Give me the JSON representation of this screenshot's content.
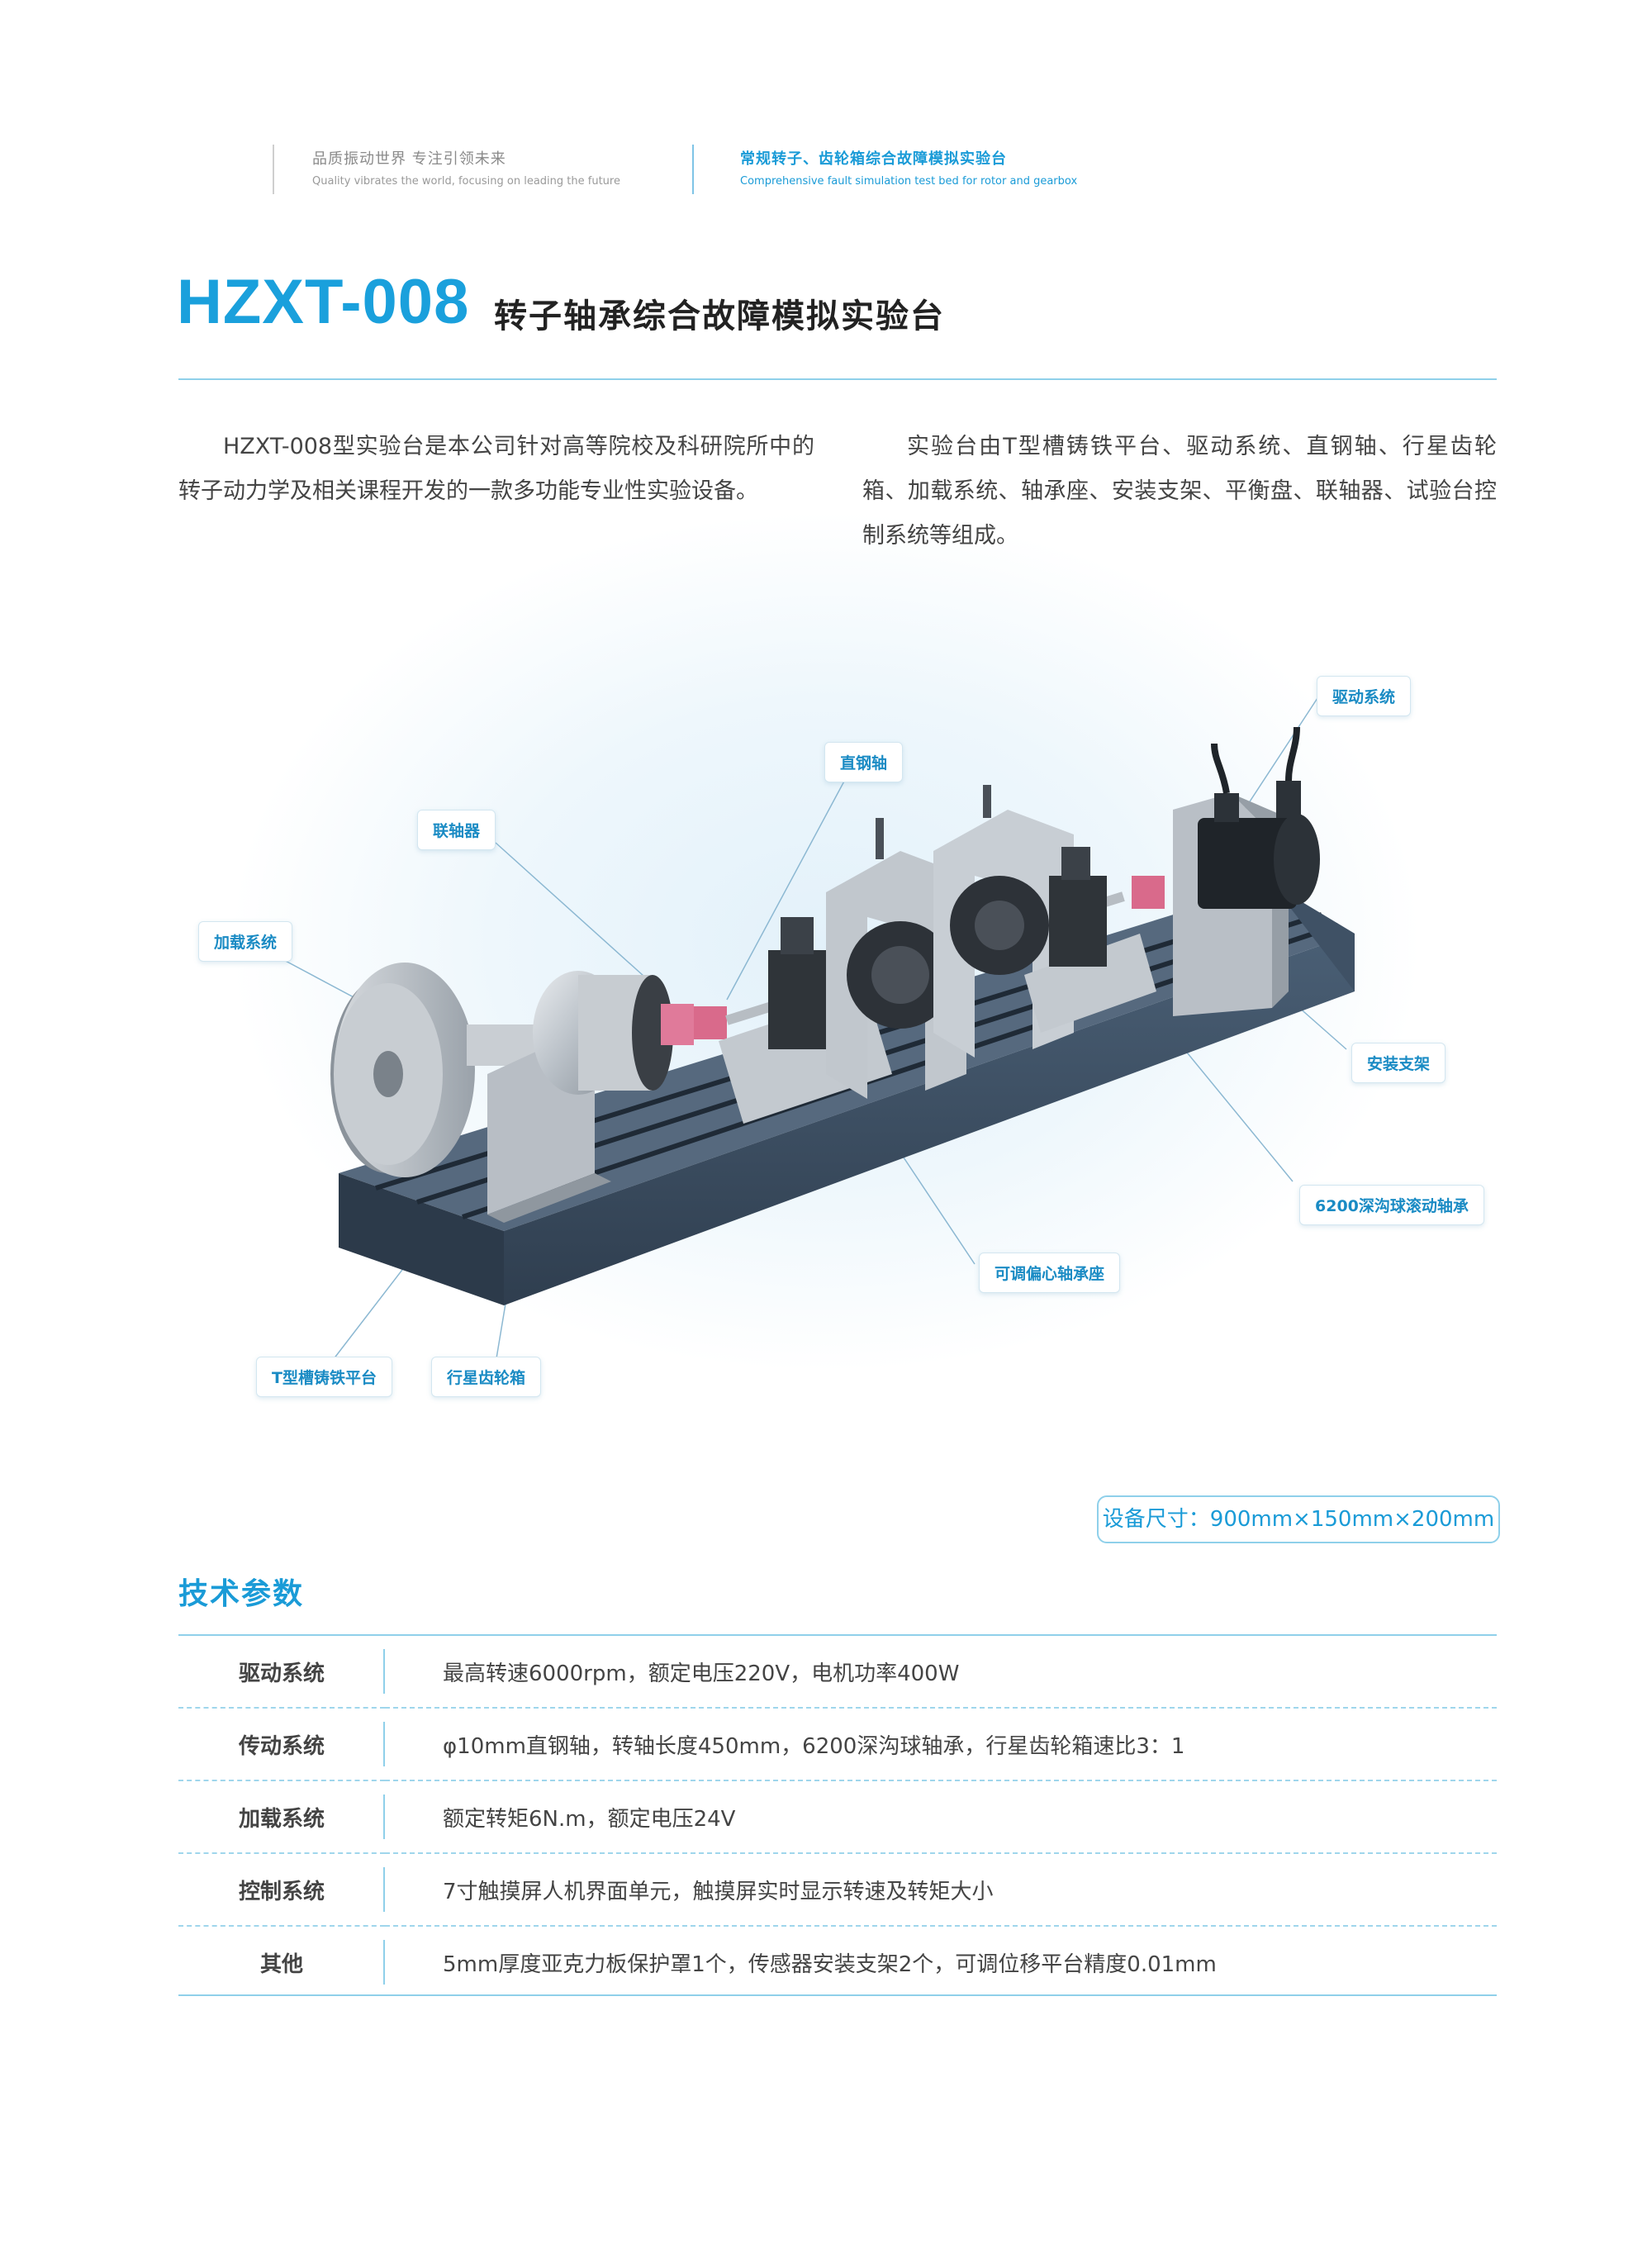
{
  "header": {
    "slogan_cn": "品质振动世界  专注引领未来",
    "slogan_en": "Quality vibrates the world, focusing on leading the future",
    "product_cn": "常规转子、齿轮箱综合故障模拟实验台",
    "product_en": "Comprehensive fault simulation test bed for rotor and gearbox"
  },
  "title": {
    "model": "HZXT-008",
    "name": "转子轴承综合故障模拟实验台"
  },
  "intro": {
    "left": "HZXT-008型实验台是本公司针对高等院校及科研院所中的转子动力学及相关课程开发的一款多功能专业性实验设备。",
    "right": "实验台由T型槽铸铁平台、驱动系统、直钢轴、行星齿轮箱、加载系统、轴承座、安装支架、平衡盘、联轴器、试验台控制系统等组成。"
  },
  "callouts": {
    "drive": "驱动系统",
    "shaft": "直钢轴",
    "coupling": "联轴器",
    "load": "加载系统",
    "mount": "安装支架",
    "bearing": "6200深沟球滚动轴承",
    "eccentric": "可调偏心轴承座",
    "platform": "T型槽铸铁平台",
    "planetary": "行星齿轮箱"
  },
  "dimensions": "设备尺寸：900mm×150mm×200mm",
  "specs": {
    "title": "技术参数",
    "rows": [
      {
        "key": "驱动系统",
        "value": "最高转速6000rpm，额定电压220V，电机功率400W"
      },
      {
        "key": "传动系统",
        "value": "φ10mm直钢轴，转轴长度450mm，6200深沟球轴承，行星齿轮箱速比3：1"
      },
      {
        "key": "加载系统",
        "value": "额定转矩6N.m，额定电压24V"
      },
      {
        "key": "控制系统",
        "value": "7寸触摸屏人机界面单元，触摸屏实时显示转速及转矩大小"
      },
      {
        "key": "其他",
        "value": "5mm厚度亚克力板保护罩1个，传感器安装支架2个，可调位移平台精度0.01mm"
      }
    ]
  },
  "colors": {
    "accent": "#1aa0dc",
    "rule": "#8fd0ea",
    "platform": "#3d4f63"
  }
}
